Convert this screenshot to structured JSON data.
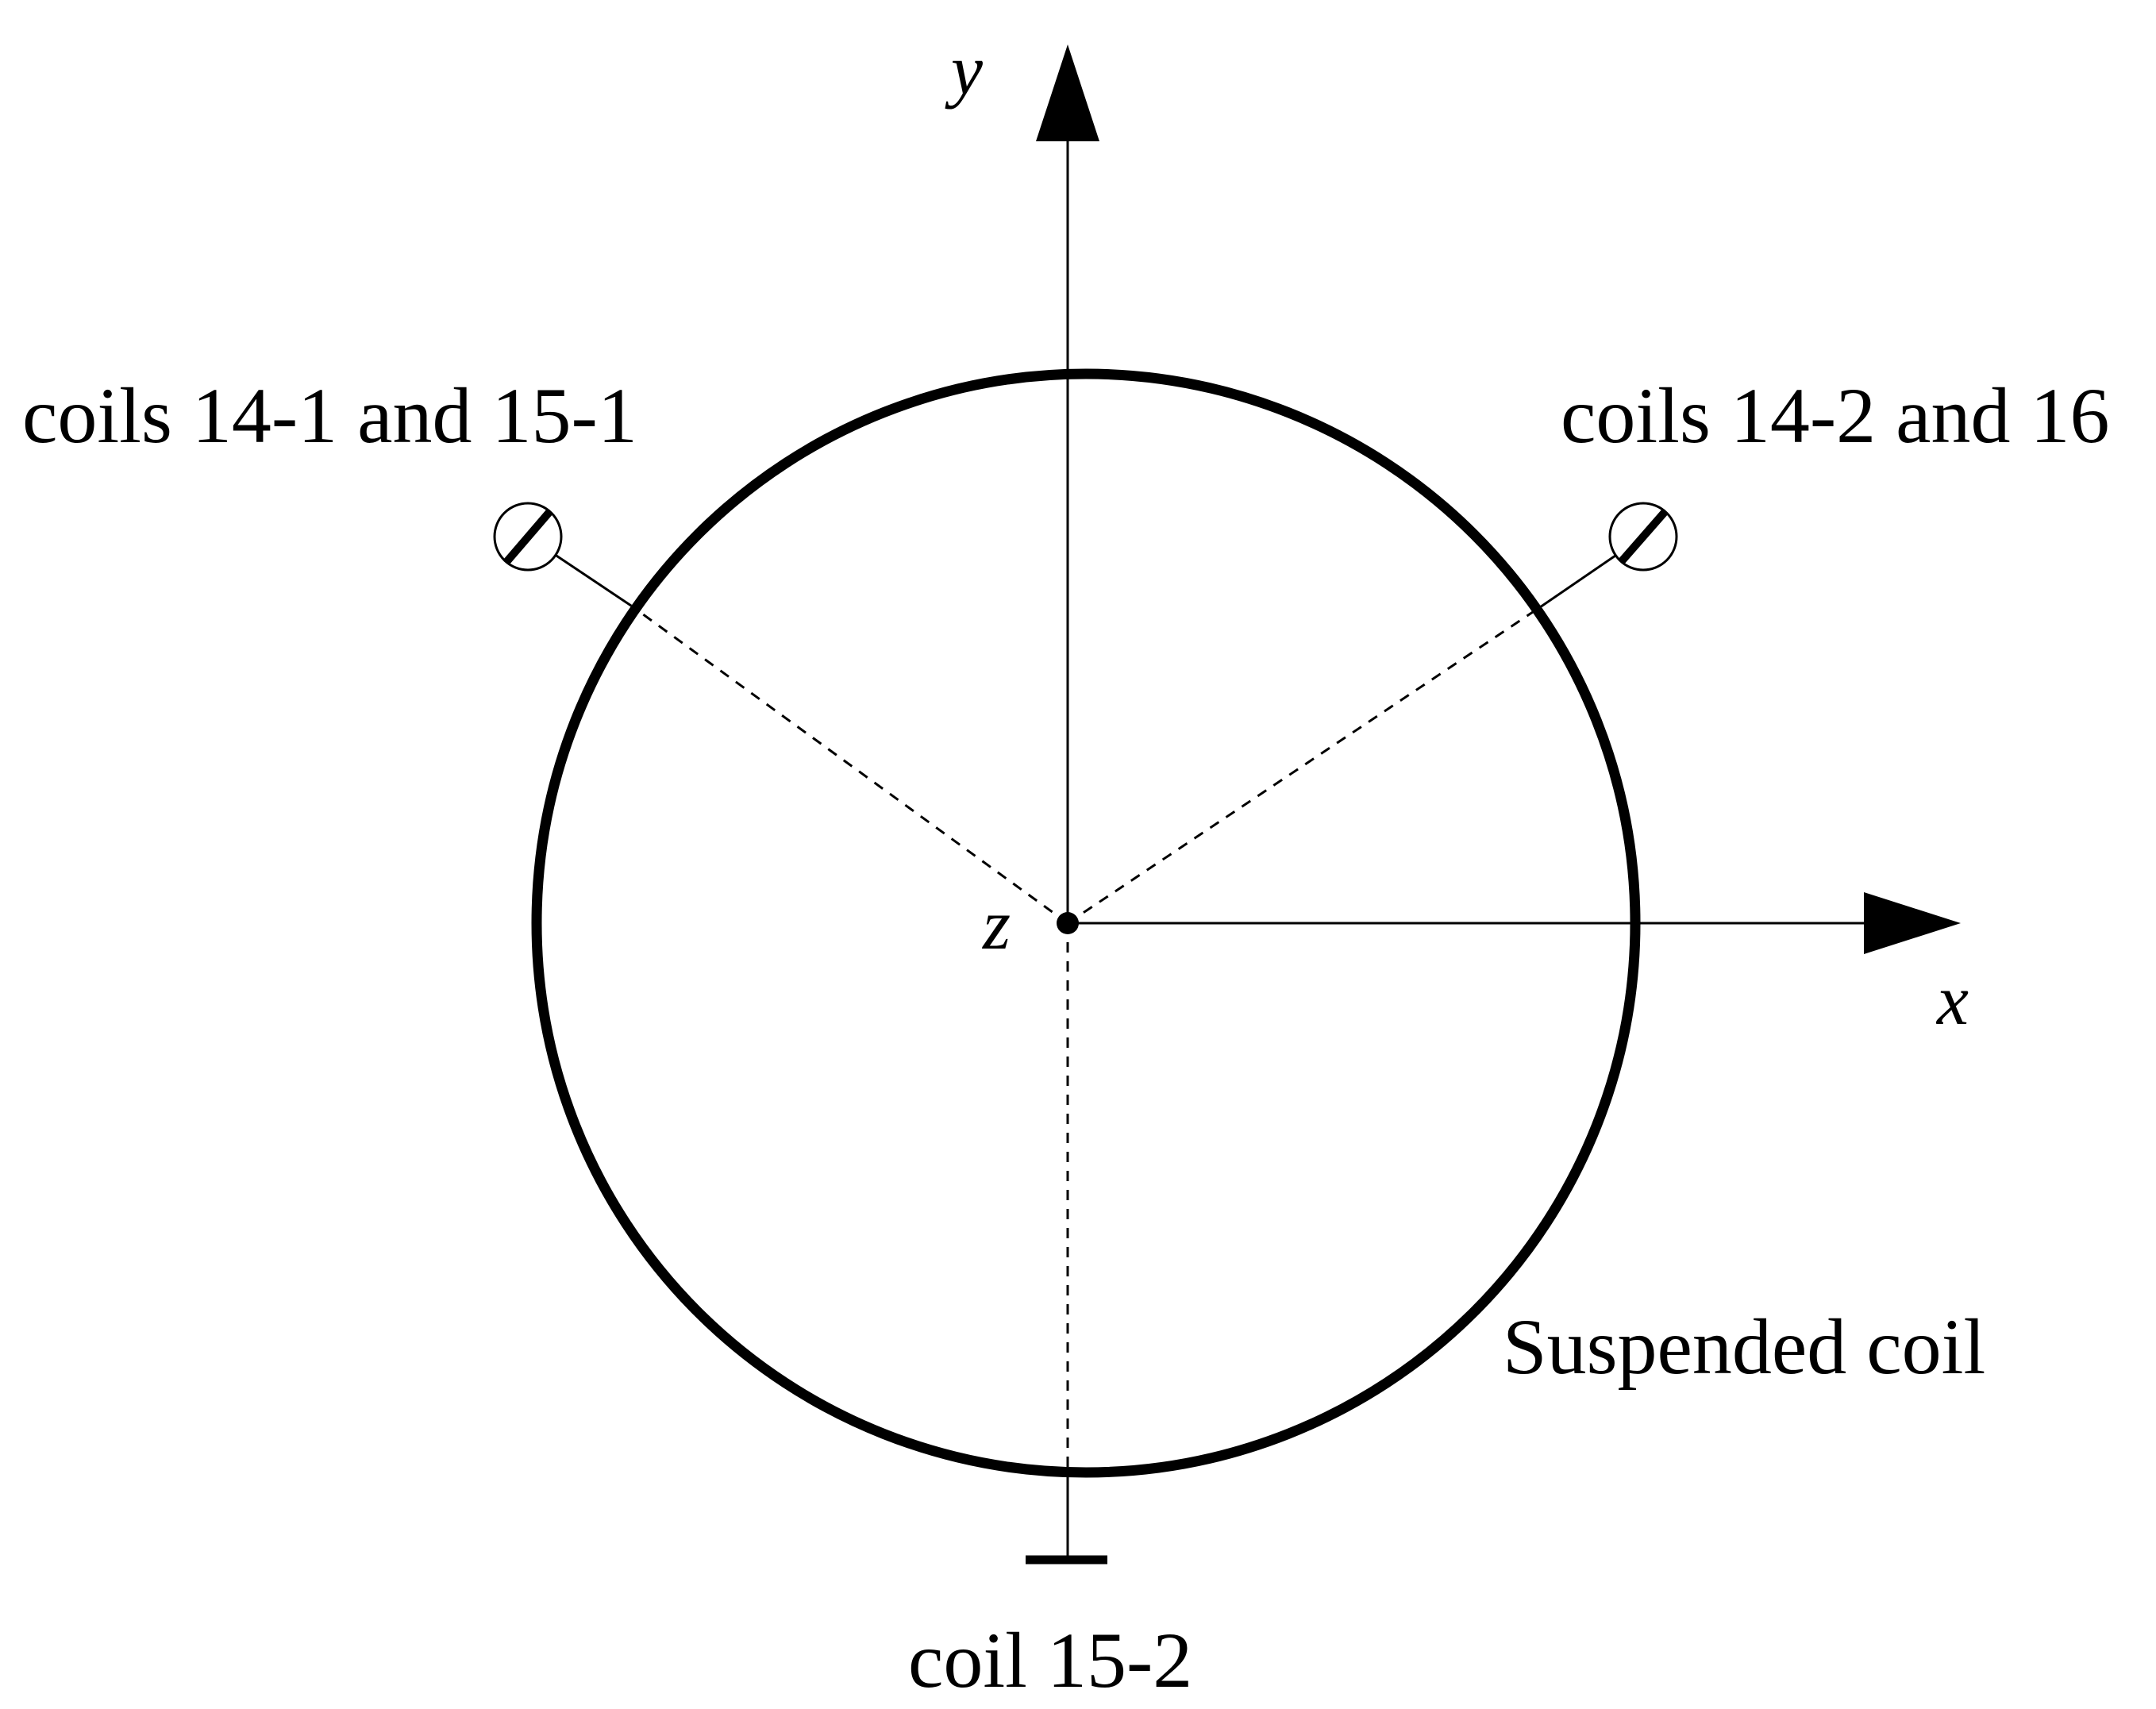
{
  "diagram": {
    "axes": {
      "x_label": "x",
      "y_label": "y",
      "z_label": "z"
    },
    "labels": {
      "coil_left": "coils 14-1 and 15-1",
      "coil_right": "coils 14-2 and 16",
      "coil_bottom": "coil 15-2",
      "suspended_coil": "Suspended coil"
    },
    "colors": {
      "stroke": "#000000",
      "background": "#ffffff"
    }
  }
}
